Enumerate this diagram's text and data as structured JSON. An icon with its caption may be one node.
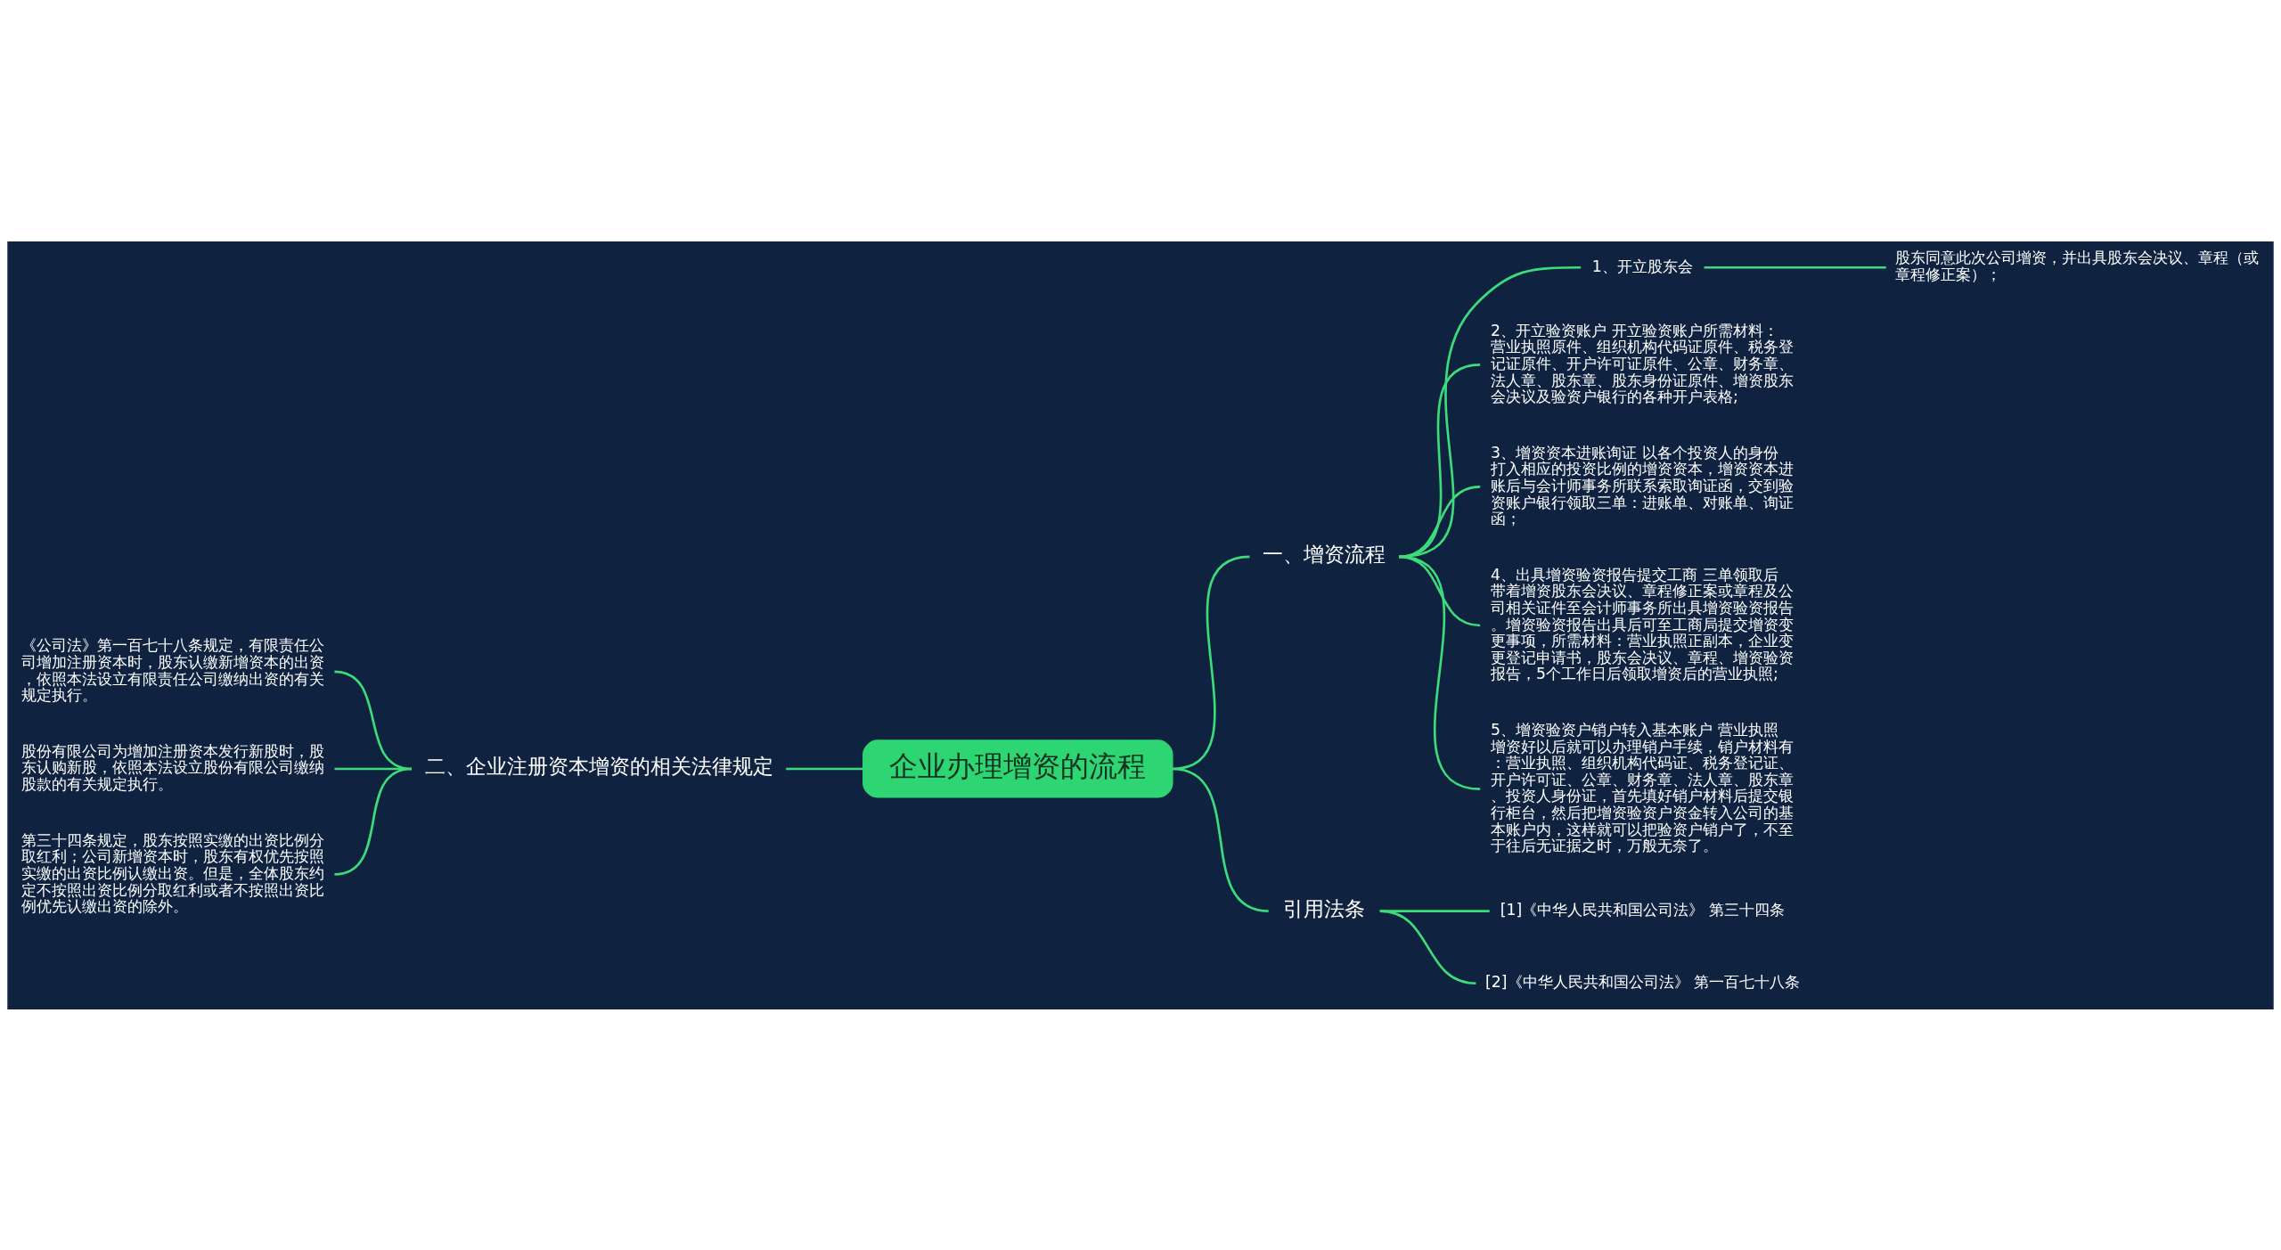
{
  "diagram": {
    "nodes": [
      {
        "text": [
          "企业办理增资的流程"
        ]
      },
      {
        "text": [
          "一、增资流程"
        ]
      },
      {
        "text": [
          "1、开立股东会"
        ]
      },
      {
        "text": [
          "股东同意此次公司增资，并出具股东会决议、章程（或章程修正案）；"
        ]
      },
      {
        "text": [
          "2、开立验资账户 开立验资账户所需材料：营业执照原件、组织机构代码证原件、税务登记证原件、开户许可证原件、公章、财务章、法人章、股东章、股东身份证原件、增资股东会决议及验资户银行的各种开户表格;"
        ]
      },
      {
        "text": [
          "3、增资资本进账询证 以各个投资人的身份打入相应的投资比例的增资资本，增资资本进账后与会计师事务所联系索取询证函，交到验资账户银行领取三单：进账单、对账单、询证函；"
        ]
      },
      {
        "text": [
          "4、出具增资验资报告提交工商 三单领取后带着增资股东会决议、章程修正案或章程及公司相关证件至会计师事务所出具增资验资报告。增资验资报告出具后可至工商局提交增资变更事项，所需材料：营业执照正副本，企业变更登记申请书，股东会决议、章程、增资验资报告，5个工作日后领取增资后的营业执照;"
        ]
      },
      {
        "text": [
          "5、增资验资户销户转入基本账户 营业执照增资好以后就可以办理销户手续，销户材料有：营业执照、组织机构代码证、税务登记证、开户许可证、公章、财务章、法人章、股东章、投资人身份证，首先填好销户材料后提交银行柜台，然后把增资验资户资金转入公司的基本账户内，这样就可以把验资户销户了，不至于往后无证据之时，万般无奈了。"
        ]
      },
      {
        "text": [
          "引用法条"
        ]
      },
      {
        "text": [
          "[1]《中华人民共和国公司法》 第三十四条"
        ]
      },
      {
        "text": [
          "[2]《中华人民共和国公司法》 第一百七十八条"
        ]
      },
      {
        "text": [
          "二、企业注册资本增资的相关法律规定"
        ]
      },
      {
        "text": [
          "《公司法》第一百七十八条规定，有限责任公司增加注册资本时，股东认缴新增资本的出资，依照本法设立有限责任公司缴纳出资的有关规定执行。"
        ]
      },
      {
        "text": [
          "股份有限公司为增加注册资本发行新股时，股东认购新股，依照本法设立股份有限公司缴纳股款的有关规定执行。"
        ]
      },
      {
        "text": [
          "第三十四条规定，股东按照实缴的出资比例分取红利；公司新增资本时，股东有权优先按照实缴的出资比例认缴出资。但是，全体股东约定不按照出资比例分取红利或者不按照出资比例优先认缴出资的除外。"
        ]
      }
    ],
    "edges": [
      {
        "from": 0,
        "to": 1,
        "arrow": "none"
      },
      {
        "from": 1,
        "to": 2,
        "arrow": "none"
      },
      {
        "from": 2,
        "to": 3,
        "arrow": "none"
      },
      {
        "from": 1,
        "to": 4,
        "arrow": "none"
      },
      {
        "from": 1,
        "to": 5,
        "arrow": "none"
      },
      {
        "from": 1,
        "to": 6,
        "arrow": "none"
      },
      {
        "from": 1,
        "to": 7,
        "arrow": "none"
      },
      {
        "from": 0,
        "to": 8,
        "arrow": "none"
      },
      {
        "from": 8,
        "to": 9,
        "arrow": "none"
      },
      {
        "from": 8,
        "to": 10,
        "arrow": "none"
      },
      {
        "from": 12,
        "to": 11,
        "arrow": "none"
      },
      {
        "from": 13,
        "to": 11,
        "arrow": "none"
      },
      {
        "from": 14,
        "to": 11,
        "arrow": "none"
      },
      {
        "from": 11,
        "to": 0,
        "arrow": "none"
      }
    ]
  }
}
